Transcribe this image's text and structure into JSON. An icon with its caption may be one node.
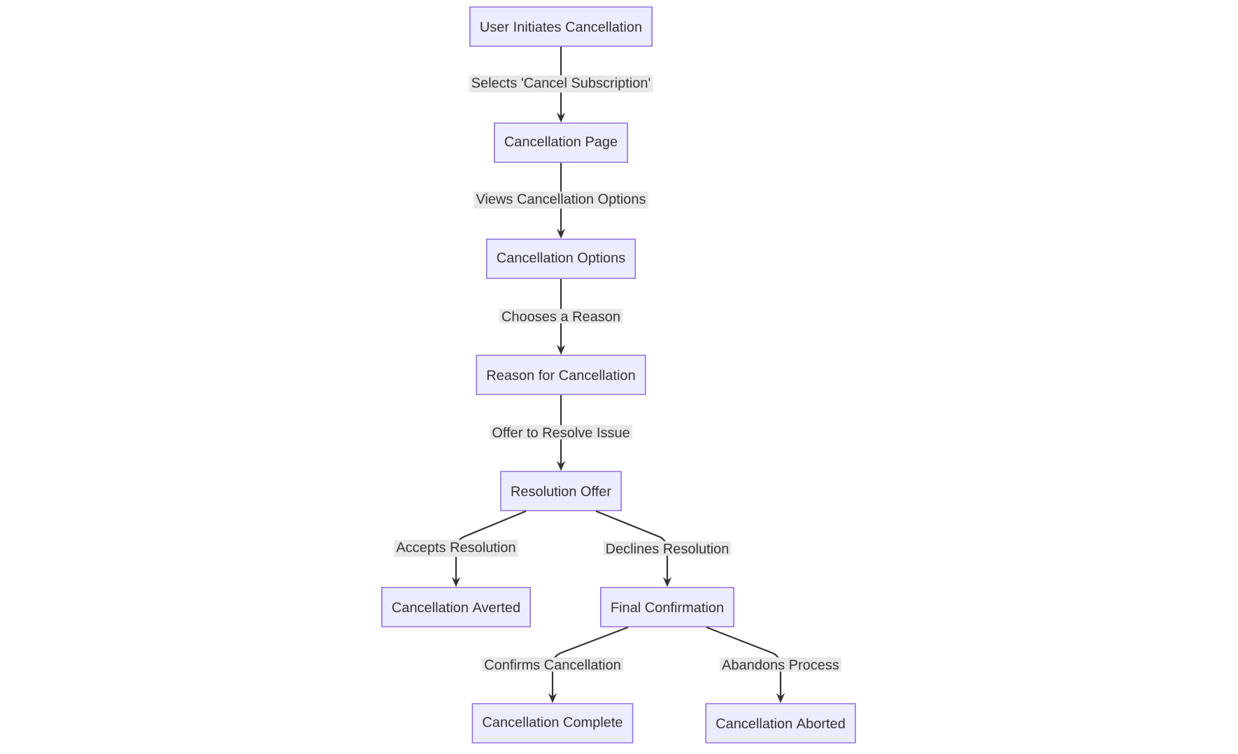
{
  "diagram": {
    "nodes": [
      {
        "text": [
          "User Initiates Cancellation"
        ]
      },
      {
        "text": [
          "Cancellation Page"
        ]
      },
      {
        "text": [
          "Cancellation Options"
        ]
      },
      {
        "text": [
          "Reason for Cancellation"
        ]
      },
      {
        "text": [
          "Resolution Offer"
        ]
      },
      {
        "text": [
          "Cancellation Averted"
        ]
      },
      {
        "text": [
          "Final Confirmation"
        ]
      },
      {
        "text": [
          "Cancellation Complete"
        ]
      },
      {
        "text": [
          "Cancellation Aborted"
        ]
      }
    ],
    "edges": [
      {
        "from": 0,
        "to": 1,
        "arrow": "to",
        "label": "Selects 'Cancel Subscription'"
      },
      {
        "from": 1,
        "to": 2,
        "arrow": "to",
        "label": "Views Cancellation Options"
      },
      {
        "from": 2,
        "to": 3,
        "arrow": "to",
        "label": "Chooses a Reason"
      },
      {
        "from": 3,
        "to": 4,
        "arrow": "to",
        "label": "Offer to Resolve Issue"
      },
      {
        "from": 4,
        "to": 5,
        "arrow": "to",
        "label": "Accepts Resolution"
      },
      {
        "from": 4,
        "to": 6,
        "arrow": "to",
        "label": "Declines Resolution"
      },
      {
        "from": 6,
        "to": 7,
        "arrow": "to",
        "label": "Confirms Cancellation"
      },
      {
        "from": 6,
        "to": 8,
        "arrow": "to",
        "label": "Abandons Process"
      }
    ]
  }
}
